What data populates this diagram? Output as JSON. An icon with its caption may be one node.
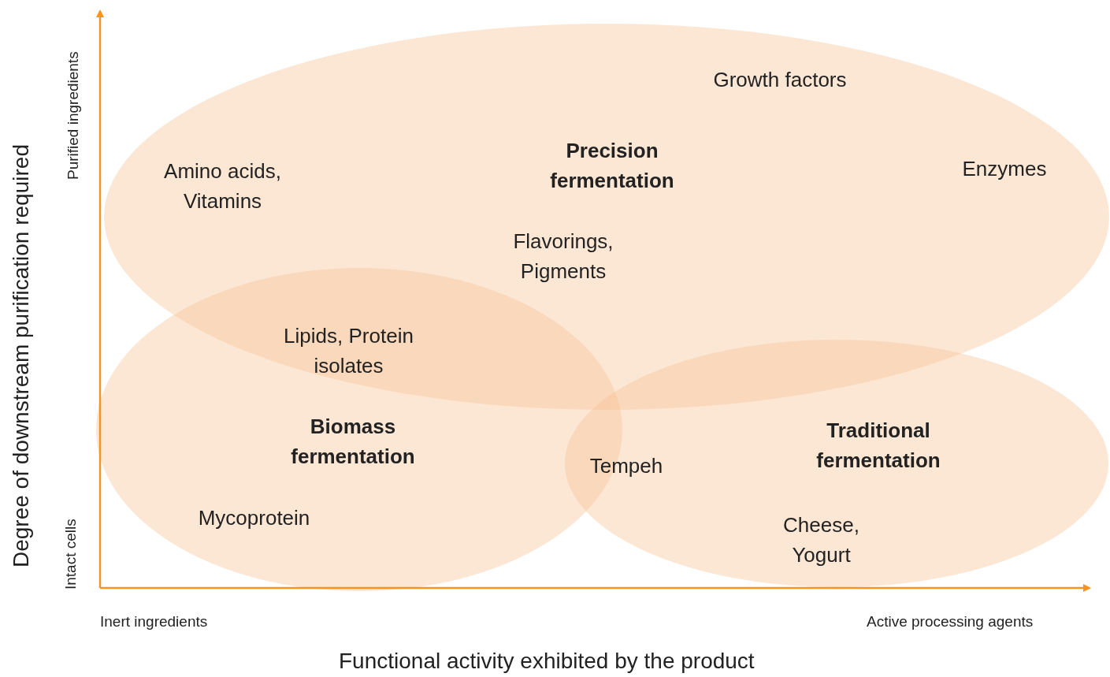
{
  "diagram": {
    "nodes": [
      {
        "text": [
          "Precision fermentation"
        ]
      },
      {
        "text": [
          "Biomass fermentation"
        ]
      },
      {
        "text": [
          "Traditional fermentation"
        ]
      }
    ],
    "edges": [],
    "labels": [
      "Purified ingredients",
      "Degree of downstream purification required",
      "Growth factors",
      "Amino acids, Vitamins",
      "Enzymes",
      "Flavorings, Pigments",
      "Lipids, Protein isolates",
      "Tempeh",
      "Mycoprotein",
      "Cheese, Yogurt",
      "Intact cells",
      "Inert ingredients",
      "Active processing agents",
      "Functional activity exhibited by the product"
    ]
  }
}
